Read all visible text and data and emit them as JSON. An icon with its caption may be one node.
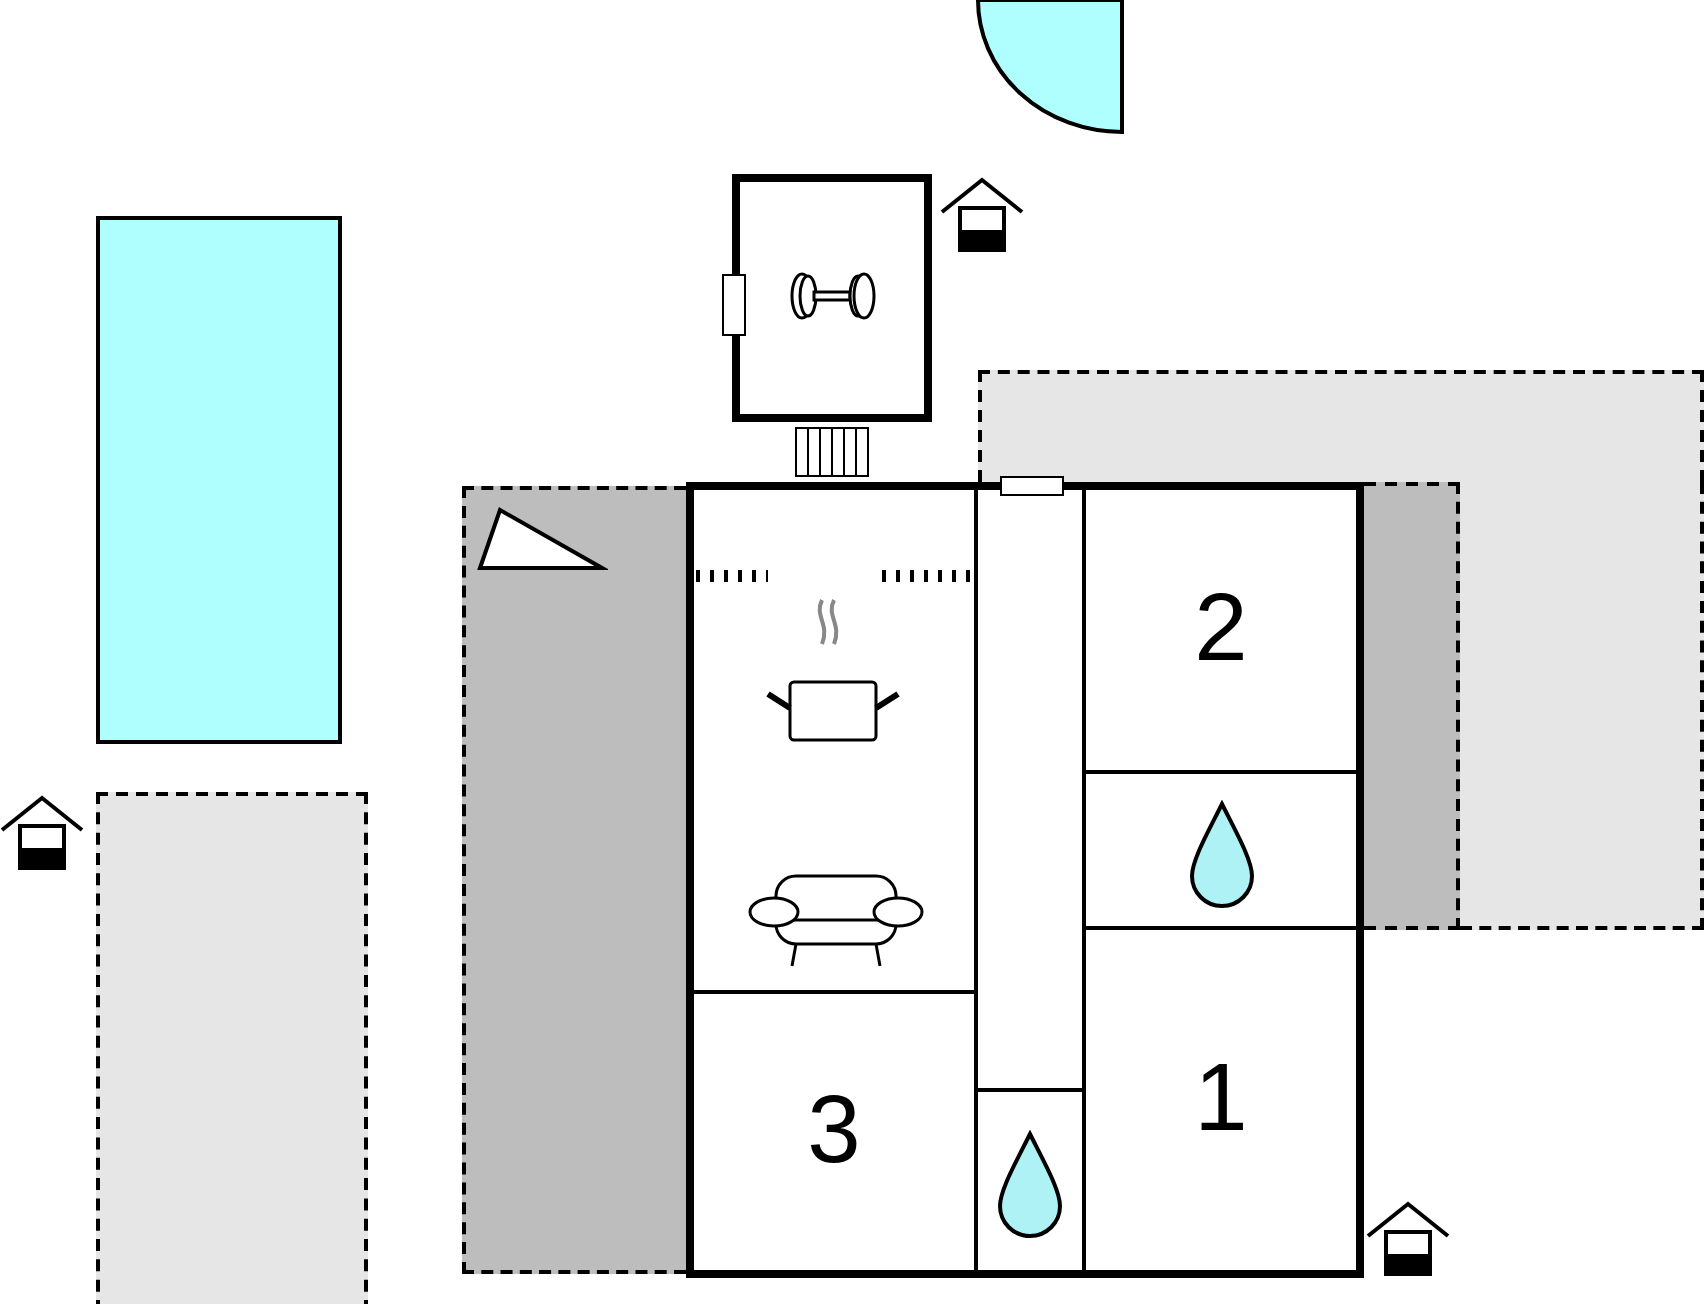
{
  "diagram": {
    "nodes": [
      {
        "text": [],
        "shape": "box"
      },
      {
        "text": [],
        "shape": "box"
      },
      {
        "text": [],
        "shape": "box"
      },
      {
        "text": [],
        "shape": "box"
      },
      {
        "text": [],
        "shape": "box"
      },
      {
        "text": [],
        "shape": "box",
        "in": 4
      },
      {
        "text": [],
        "shape": "box",
        "in": 4
      },
      {
        "text": [
          "2"
        ],
        "in": 4
      },
      {
        "text": [],
        "shape": "box",
        "in": 4
      },
      {
        "text": [],
        "shape": "box"
      },
      {
        "text": [],
        "shape": "box"
      },
      {
        "text": [],
        "shape": "box"
      },
      {
        "text": [
          "3"
        ],
        "in": 4
      },
      {
        "text": [],
        "shape": "box",
        "in": 4
      },
      {
        "text": [
          "1"
        ],
        "in": 4
      }
    ]
  }
}
